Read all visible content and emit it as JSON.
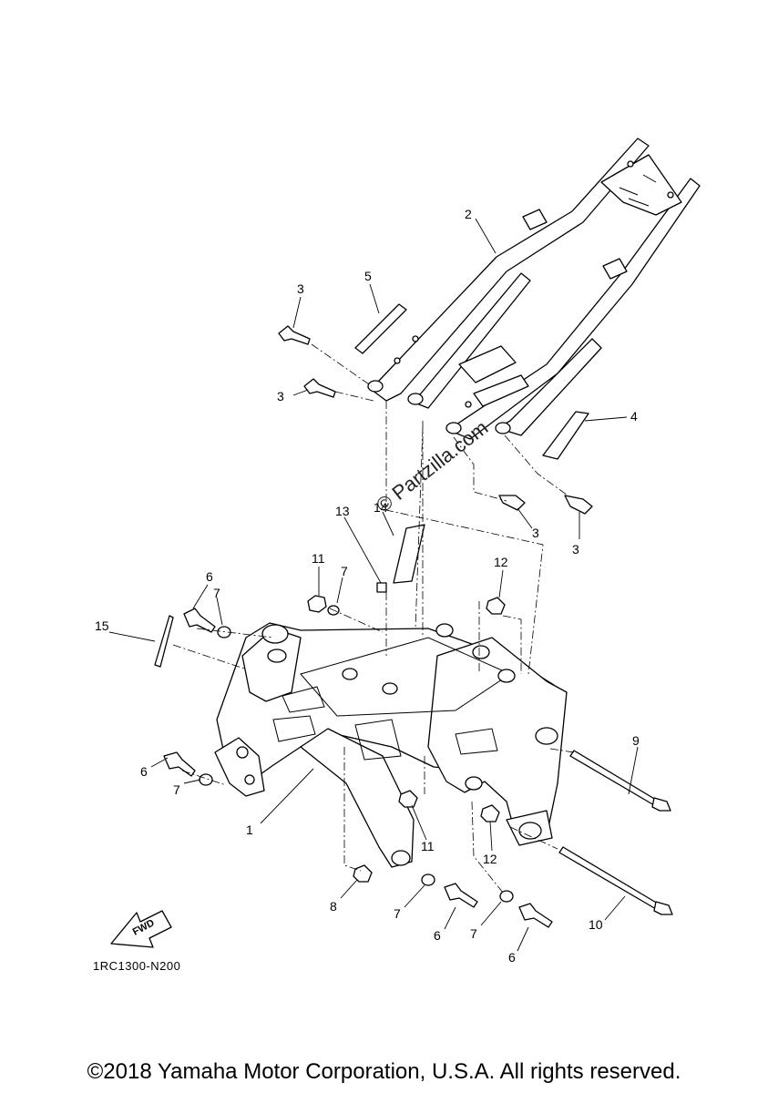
{
  "watermark": "© Partzilla.com",
  "drawing_code": "1RC1300-N200",
  "copyright": "©2018 Yamaha Motor Corporation, U.S.A. All rights reserved.",
  "fwd_label": "FWD",
  "callouts": [
    {
      "id": "c2",
      "text": "2"
    },
    {
      "id": "c3a",
      "text": "3"
    },
    {
      "id": "c5",
      "text": "5"
    },
    {
      "id": "c3b",
      "text": "3"
    },
    {
      "id": "c4",
      "text": "4"
    },
    {
      "id": "c3c",
      "text": "3"
    },
    {
      "id": "c3d",
      "text": "3"
    },
    {
      "id": "c13",
      "text": "13"
    },
    {
      "id": "c14",
      "text": "14"
    },
    {
      "id": "c11a",
      "text": "11"
    },
    {
      "id": "c7a",
      "text": "7"
    },
    {
      "id": "c12a",
      "text": "12"
    },
    {
      "id": "c6a",
      "text": "6"
    },
    {
      "id": "c7b",
      "text": "7"
    },
    {
      "id": "c15",
      "text": "15"
    },
    {
      "id": "c9",
      "text": "9"
    },
    {
      "id": "c6b",
      "text": "6"
    },
    {
      "id": "c7c",
      "text": "7"
    },
    {
      "id": "c1",
      "text": "1"
    },
    {
      "id": "c11b",
      "text": "11"
    },
    {
      "id": "c12b",
      "text": "12"
    },
    {
      "id": "c8",
      "text": "8"
    },
    {
      "id": "c7d",
      "text": "7"
    },
    {
      "id": "c6c",
      "text": "6"
    },
    {
      "id": "c7e",
      "text": "7"
    },
    {
      "id": "c10",
      "text": "10"
    },
    {
      "id": "c6d",
      "text": "6"
    }
  ]
}
